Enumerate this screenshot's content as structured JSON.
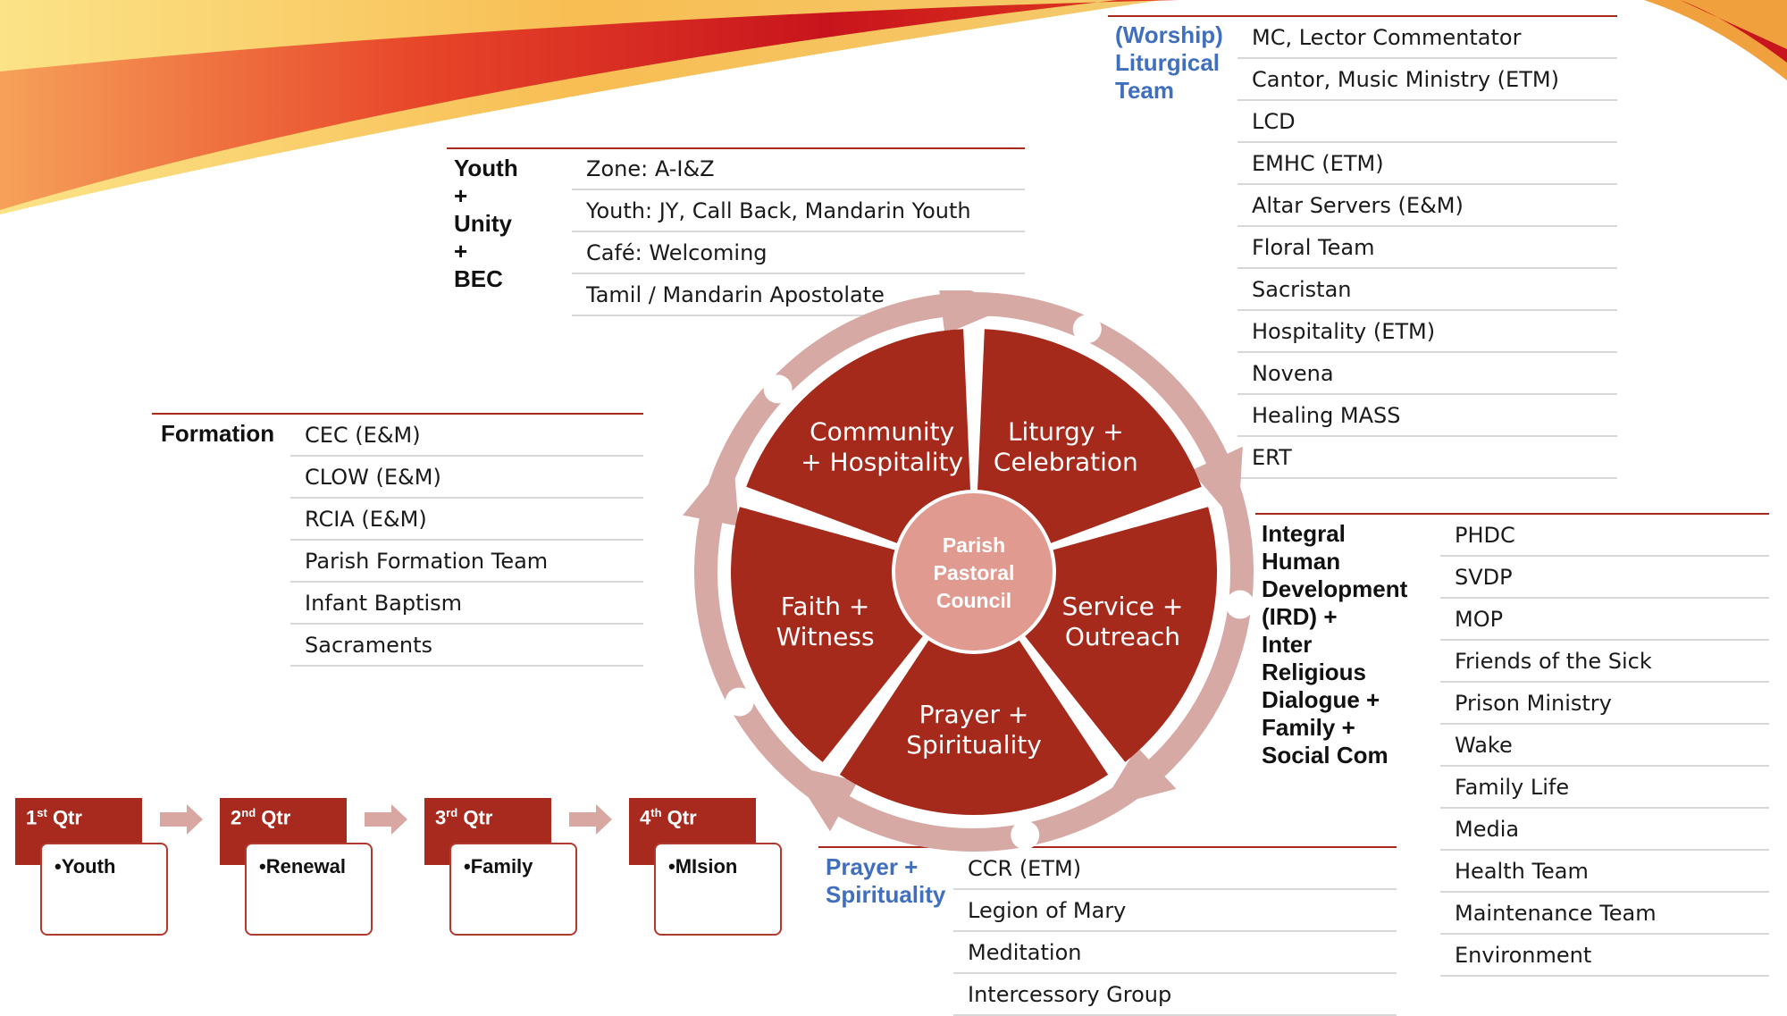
{
  "wheel": {
    "hub": [
      "Parish",
      "Pastoral",
      "Council"
    ],
    "segments": [
      {
        "line1": "Community",
        "line2": "+ Hospitality"
      },
      {
        "line1": "Liturgy +",
        "line2": "Celebration"
      },
      {
        "line1": "Service +",
        "line2": "Outreach"
      },
      {
        "line1": "Prayer +",
        "line2": "Spirituality"
      },
      {
        "line1": "Faith +",
        "line2": "Witness"
      }
    ]
  },
  "groups": {
    "youth": {
      "title": "Youth +\nUnity +\nBEC",
      "items": [
        "Zone: A-I&Z",
        "Youth: JY, Call Back, Mandarin Youth",
        "Café: Welcoming",
        "Tamil / Mandarin Apostolate"
      ]
    },
    "liturgical": {
      "title": "(Worship)\nLiturgical\nTeam",
      "items": [
        "MC, Lector Commentator",
        "Cantor, Music Ministry (ETM)",
        "LCD",
        "EMHC (ETM)",
        "Altar Servers (E&M)",
        "Floral Team",
        "Sacristan",
        "Hospitality (ETM)",
        "Novena",
        "Healing MASS",
        "ERT"
      ]
    },
    "formation": {
      "title": "Formation",
      "items": [
        "CEC (E&M)",
        "CLOW (E&M)",
        "RCIA (E&M)",
        "Parish Formation Team",
        "Infant Baptism",
        "Sacraments"
      ]
    },
    "ird": {
      "title": "Integral\nHuman\nDevelopment\n(IRD) +\nInter Religious\nDialogue +\nFamily +\nSocial Com",
      "items": [
        "PHDC",
        "SVDP",
        "MOP",
        "Friends of the Sick",
        "Prison Ministry",
        "Wake",
        "Family Life",
        "Media",
        "Health Team",
        "Maintenance Team",
        "Environment"
      ]
    },
    "prayer": {
      "title": "Prayer +\nSpirituality",
      "items": [
        "CCR (ETM)",
        "Legion of Mary",
        "Meditation",
        "Intercessory Group"
      ]
    }
  },
  "quarters": [
    {
      "num": "1",
      "sup": "st",
      "label": "Qtr",
      "item": "•Youth"
    },
    {
      "num": "2",
      "sup": "nd",
      "label": "Qtr",
      "item": "•Renewal"
    },
    {
      "num": "3",
      "sup": "rd",
      "label": "Qtr",
      "item": "•Family"
    },
    {
      "num": "4",
      "sup": "th",
      "label": "Qtr",
      "item": "•MIsion"
    }
  ],
  "colors": {
    "segment": "#a52a1c",
    "hub": "#e09a8f",
    "ring": "#d6a9a5",
    "title_blue": "#3f6fbe",
    "rule": "#a52a1c"
  }
}
